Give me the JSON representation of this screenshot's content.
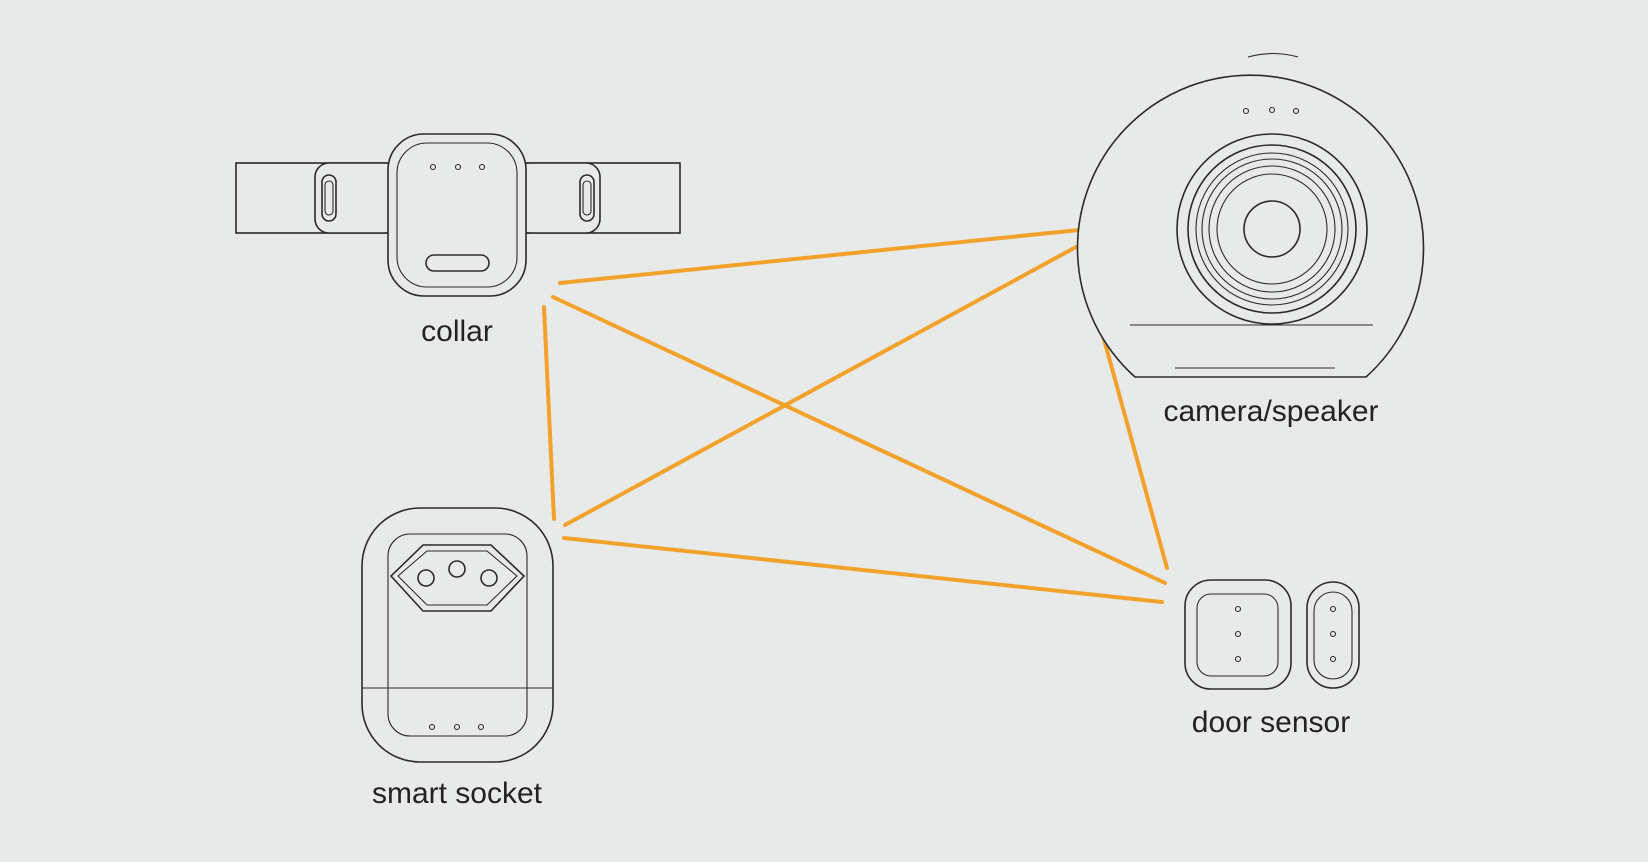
{
  "colors": {
    "background": "#e8e9e9",
    "link": "#f2a22b",
    "outline": "#2b2b2b"
  },
  "devices": {
    "collar": {
      "label": "collar",
      "icon": "collar-icon"
    },
    "camera": {
      "label": "camera/speaker",
      "icon": "camera-speaker-icon"
    },
    "socket": {
      "label": "smart socket",
      "icon": "smart-socket-icon"
    },
    "door": {
      "label": "door sensor",
      "icon": "door-sensor-icon"
    }
  },
  "connections": [
    {
      "from": "collar",
      "to": "camera"
    },
    {
      "from": "collar",
      "to": "door"
    },
    {
      "from": "collar",
      "to": "socket"
    },
    {
      "from": "socket",
      "to": "camera"
    },
    {
      "from": "socket",
      "to": "door"
    },
    {
      "from": "camera",
      "to": "door"
    }
  ]
}
